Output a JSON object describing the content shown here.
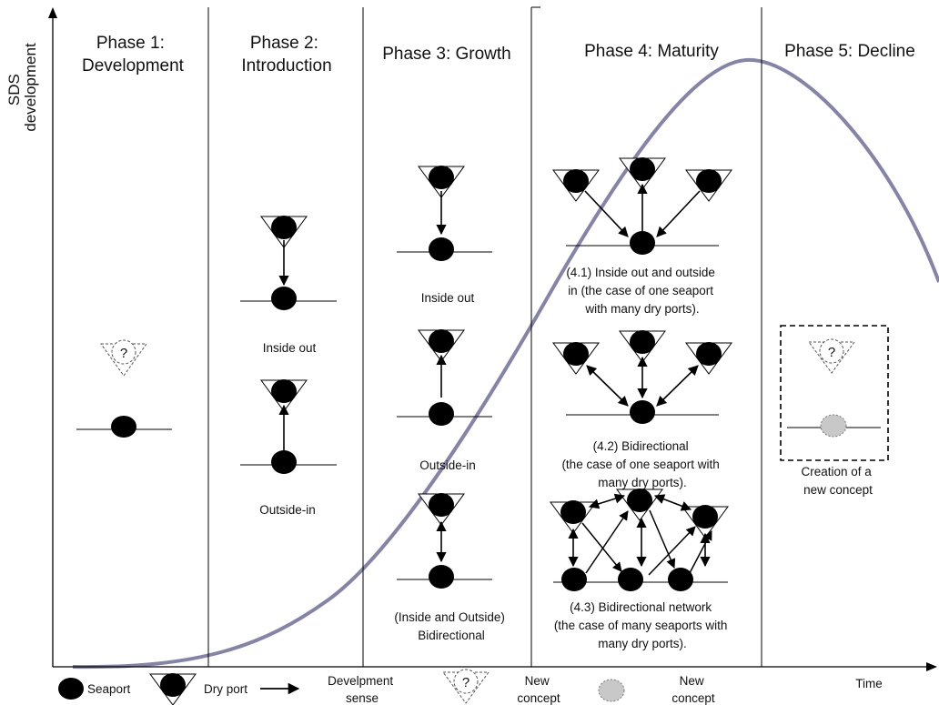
{
  "y_axis_label": [
    "SDS",
    "development"
  ],
  "x_axis_label": "Time",
  "phases": [
    {
      "id": "p1",
      "lines": [
        "Phase 1:",
        "Development"
      ]
    },
    {
      "id": "p2",
      "lines": [
        "Phase 2:",
        "Introduction"
      ]
    },
    {
      "id": "p3",
      "lines": [
        "Phase 3: Growth"
      ]
    },
    {
      "id": "p4",
      "lines": [
        "Phase 4: Maturity"
      ]
    },
    {
      "id": "p5",
      "lines": [
        "Phase 5: Decline"
      ]
    }
  ],
  "labels": {
    "p2_top": [
      "Inside out"
    ],
    "p2_bottom": [
      "Outside-in"
    ],
    "p3_top": [
      "Inside out"
    ],
    "p3_mid": [
      "Outside-in"
    ],
    "p3_bottom": [
      "(Inside and Outside)",
      "Bidirectional"
    ],
    "p4_1": [
      "(4.1) Inside out and outside",
      "in (the case of one seaport",
      "with many dry ports)."
    ],
    "p4_2": [
      "(4.2) Bidirectional",
      "(the case of one seaport with",
      "many dry ports)."
    ],
    "p4_3": [
      "(4.3) Bidirectional network",
      "(the case of many seaports with",
      "many dry ports)."
    ],
    "p5": [
      "Creation of a",
      "new concept"
    ]
  },
  "legend": [
    {
      "id": "seaport",
      "lines": [
        "Seaport"
      ]
    },
    {
      "id": "dryport",
      "lines": [
        "Dry port"
      ]
    },
    {
      "id": "sense",
      "lines": [
        "Develpment",
        "sense"
      ]
    },
    {
      "id": "newconcept1",
      "lines": [
        "New",
        "concept"
      ]
    },
    {
      "id": "newconcept2",
      "lines": [
        "New",
        "concept"
      ]
    }
  ],
  "question_mark": "?",
  "colors": {
    "curve": "#6e6e9a",
    "node": "#000000",
    "grey_node": "#c8c8c8"
  }
}
